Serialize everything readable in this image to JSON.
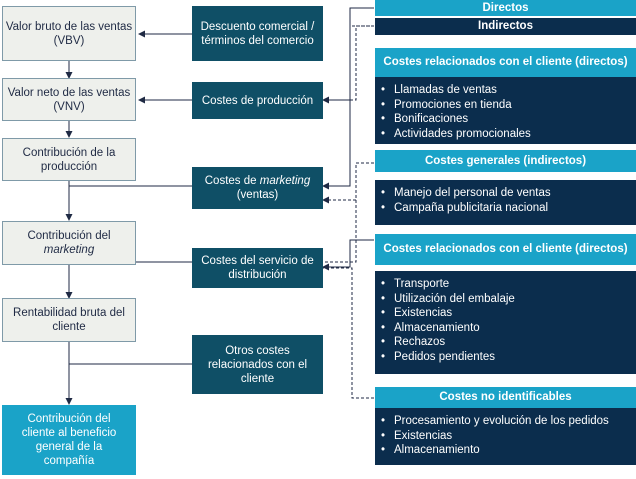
{
  "left_column": [
    {
      "id": "vbv",
      "text": "Valor bruto de las ventas (VBV)"
    },
    {
      "id": "vnv",
      "text": "Valor neto de las ventas (VNV)"
    },
    {
      "id": "produccion",
      "text": "Contribución de la producción"
    },
    {
      "id": "marketing",
      "text_before": "Contribución del",
      "text_emph": "marketing"
    },
    {
      "id": "rentabilidad",
      "text": "Rentabilidad bruta del cliente"
    },
    {
      "id": "contribucion_final",
      "text": "Contribución del cliente al beneficio general de la compañía"
    }
  ],
  "middle_column": [
    {
      "id": "descuento",
      "text": "Descuento comercial / términos del comercio"
    },
    {
      "id": "costes_produccion",
      "text": "Costes de producción"
    },
    {
      "id": "costes_marketing",
      "text_before": "Costes de",
      "text_emph": "marketing",
      "text_after": "(ventas)"
    },
    {
      "id": "costes_servicio",
      "text": "Costes del servicio de distribución"
    },
    {
      "id": "otros_costes",
      "text": "Otros costes relacionados con el cliente"
    }
  ],
  "legend": {
    "directos": "Directos",
    "indirectos": "Indirectos"
  },
  "right_groups": [
    {
      "id": "g1",
      "header": "Costes relacionados con el cliente (directos)",
      "items": [
        "Llamadas de ventas",
        "Promociones en tienda",
        "Bonificaciones",
        "Actividades promocionales"
      ]
    },
    {
      "id": "g2",
      "header": "Costes generales (indirectos)",
      "items": [
        "Manejo del personal de ventas",
        "Campaña publicitaria nacional"
      ]
    },
    {
      "id": "g3",
      "header": "Costes relacionados con el cliente (directos)",
      "items": [
        "Transporte",
        "Utilización del embalaje",
        "Existencias",
        "Almacenamiento",
        "Rechazos",
        "Pedidos pendientes"
      ]
    },
    {
      "id": "g4",
      "header": "Costes no identificables",
      "items": [
        "Procesamiento y evolución de los pedidos",
        "Existencias",
        "Almacenamiento"
      ]
    }
  ],
  "colors": {
    "dark_navy": "#0b2d4d",
    "teal": "#0f4f66",
    "light_blue": "#1aa3c8",
    "left_fill": "#eef0ec"
  }
}
